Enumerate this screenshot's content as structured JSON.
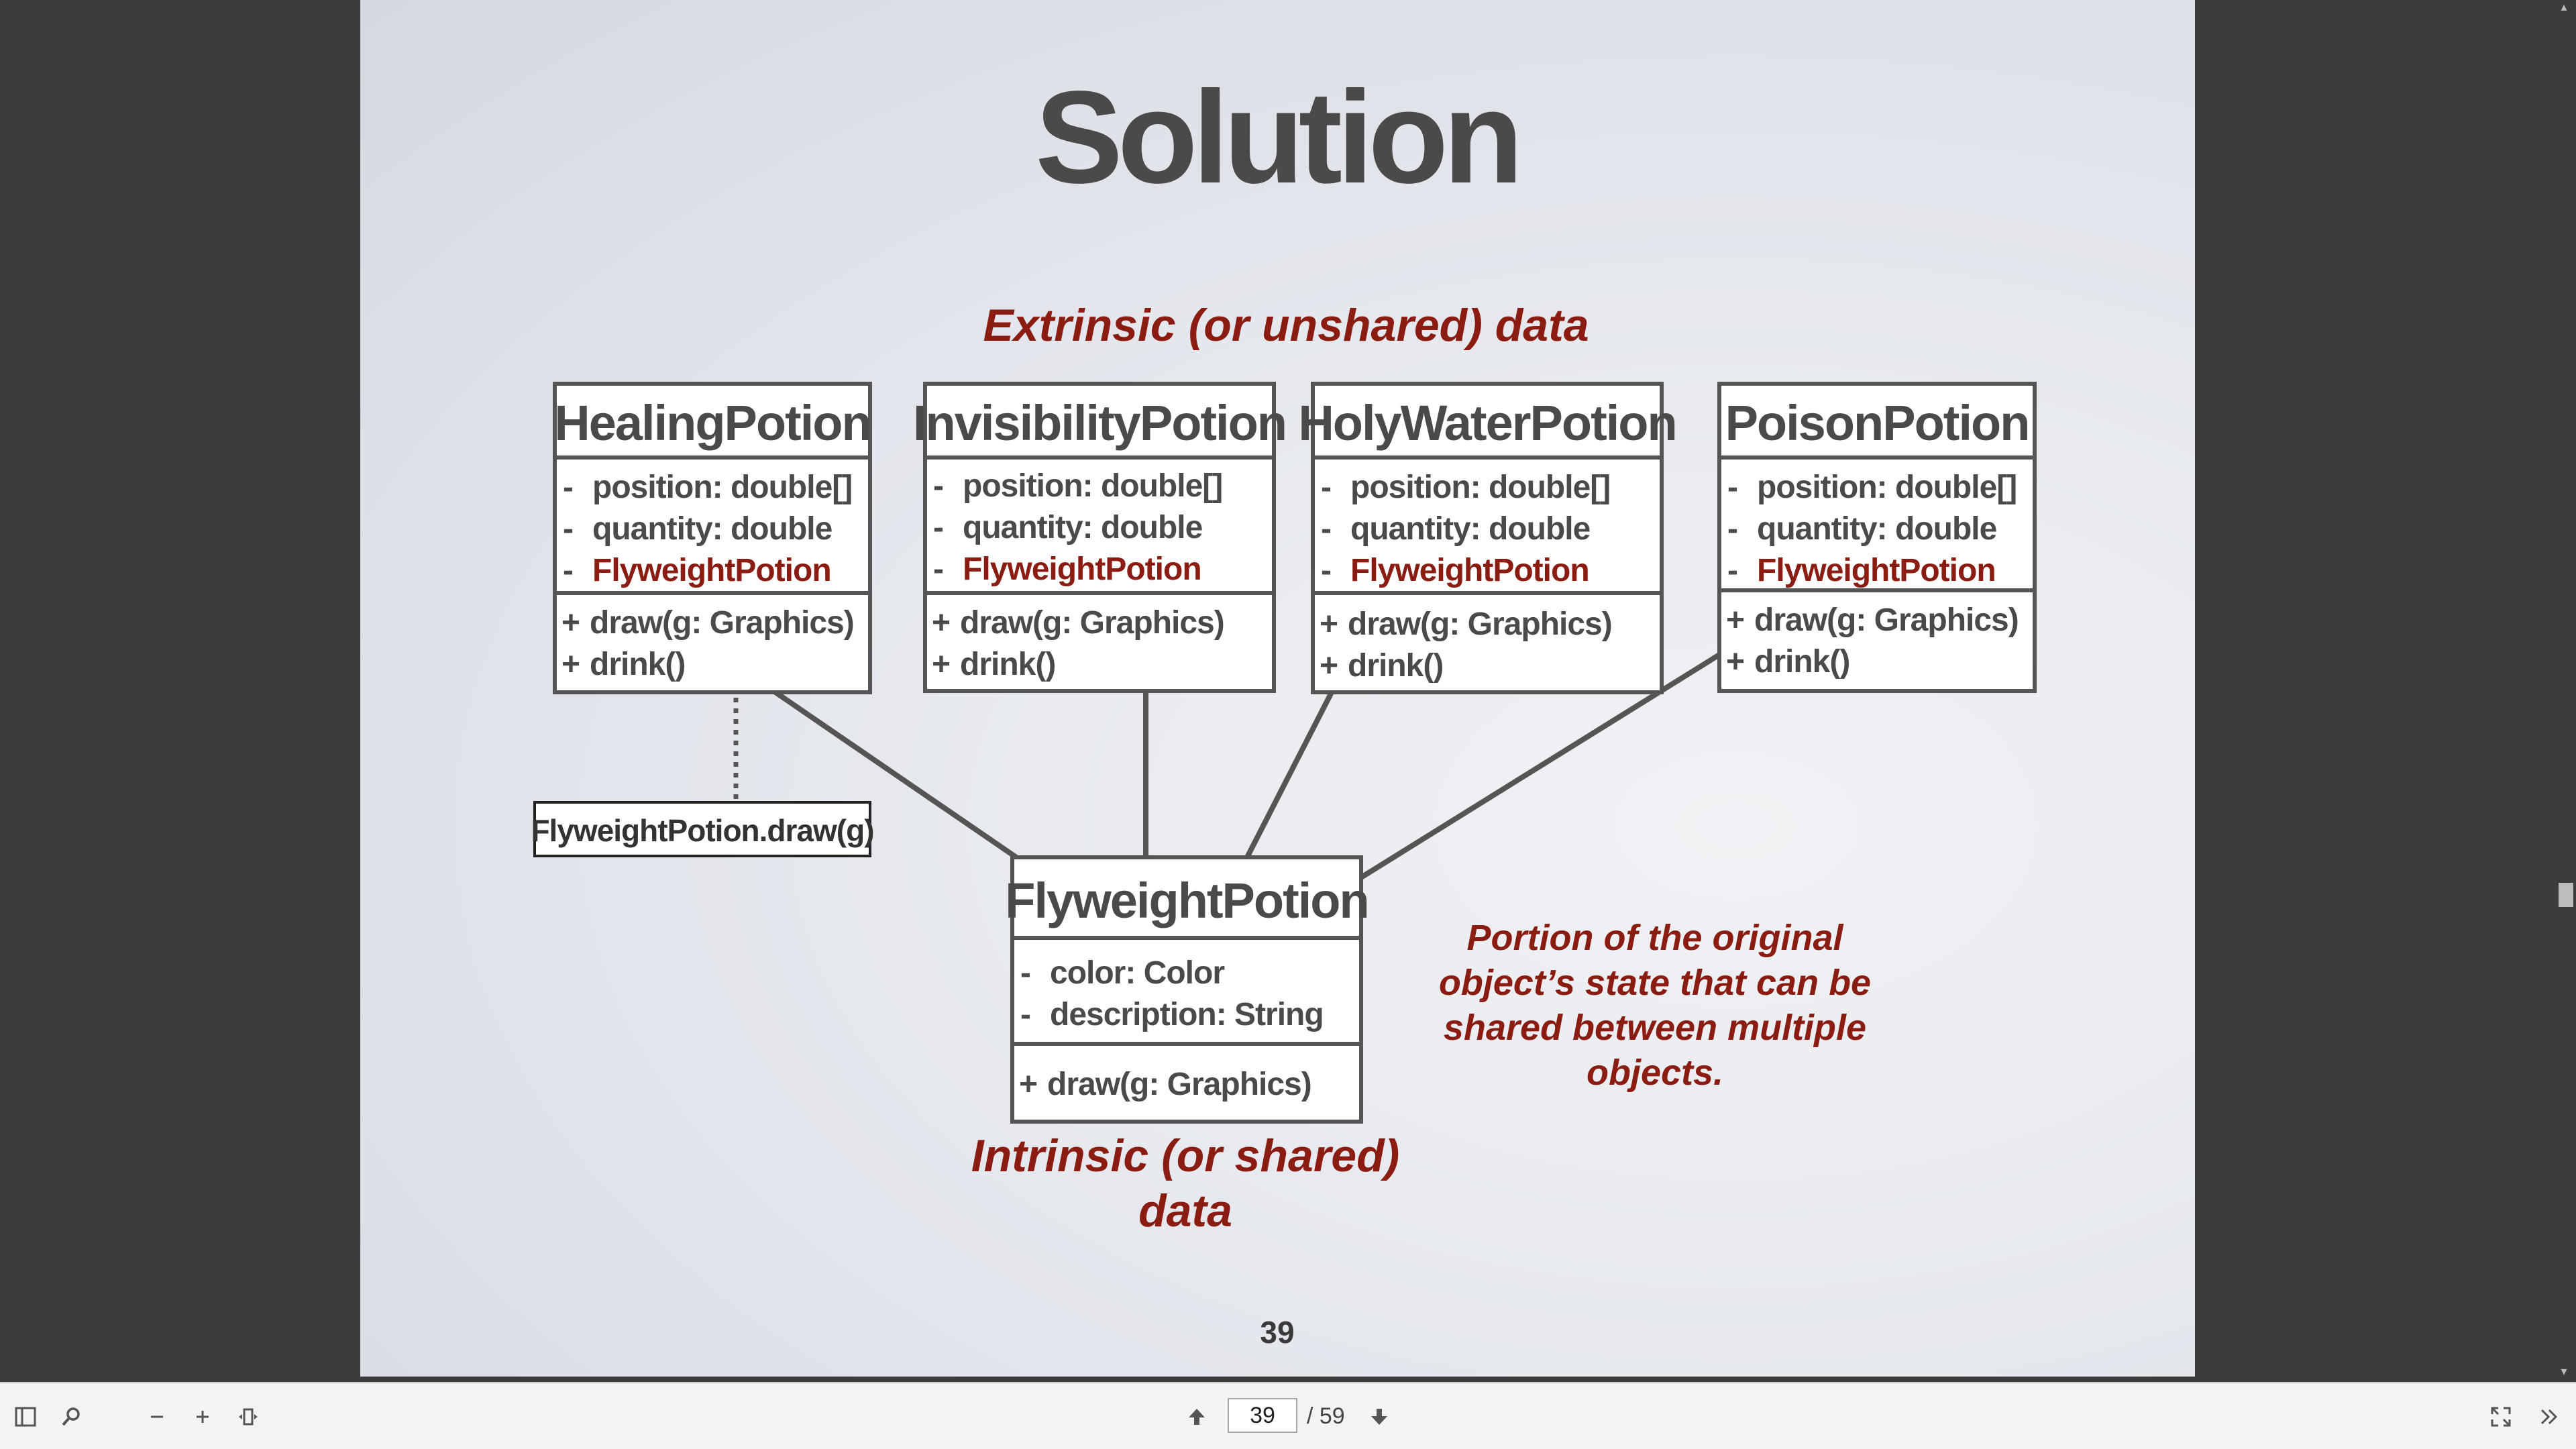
{
  "slide": {
    "title": "Solution",
    "extrinsic_label": "Extrinsic (or unshared) data",
    "intrinsic_label_line1": "Intrinsic (or shared)",
    "intrinsic_label_line2": "data",
    "note_lines": [
      "Portion of the original",
      "object’s state that can be",
      "shared between multiple",
      "objects."
    ],
    "page_number": "39",
    "classes": [
      {
        "name": "HealingPotion",
        "attributes": [
          {
            "marker": "-",
            "text": "position: double[]"
          },
          {
            "marker": "-",
            "text": "quantity: double"
          },
          {
            "marker": "-",
            "text": "FlyweightPotion",
            "highlight": true
          }
        ],
        "methods": [
          {
            "marker": "+",
            "text": "draw(g: Graphics)"
          },
          {
            "marker": "+",
            "text": "drink()"
          }
        ]
      },
      {
        "name": "InvisibilityPotion",
        "attributes": [
          {
            "marker": "-",
            "text": "position: double[]"
          },
          {
            "marker": "-",
            "text": "quantity: double"
          },
          {
            "marker": "-",
            "text": "FlyweightPotion",
            "highlight": true
          }
        ],
        "methods": [
          {
            "marker": "+",
            "text": "draw(g: Graphics)"
          },
          {
            "marker": "+",
            "text": "drink()"
          }
        ]
      },
      {
        "name": "HolyWaterPotion",
        "attributes": [
          {
            "marker": "-",
            "text": "position: double[]"
          },
          {
            "marker": "-",
            "text": "quantity: double"
          },
          {
            "marker": "-",
            "text": "FlyweightPotion",
            "highlight": true
          }
        ],
        "methods": [
          {
            "marker": "+",
            "text": "draw(g: Graphics)"
          },
          {
            "marker": "+",
            "text": "drink()"
          }
        ]
      },
      {
        "name": "PoisonPotion",
        "attributes": [
          {
            "marker": "-",
            "text": "position: double[]"
          },
          {
            "marker": "-",
            "text": "quantity: double"
          },
          {
            "marker": "-",
            "text": "FlyweightPotion",
            "highlight": true
          }
        ],
        "methods": [
          {
            "marker": "+",
            "text": "draw(g: Graphics)"
          },
          {
            "marker": "+",
            "text": "drink()"
          }
        ]
      },
      {
        "name": "FlyweightPotion",
        "attributes": [
          {
            "marker": "-",
            "text": "color: Color"
          },
          {
            "marker": "-",
            "text": "description: String"
          }
        ],
        "methods": [
          {
            "marker": "+",
            "text": "draw(g: Graphics)"
          }
        ]
      }
    ],
    "call_note": "FlyweightPotion.draw(g)"
  },
  "toolbar": {
    "current_page": "39",
    "total_pages": "/ 59",
    "icons": {
      "sidebar": "sidebar-toggle-icon",
      "search": "search-icon",
      "zoom_out": "zoom-out-icon",
      "zoom_in": "zoom-in-icon",
      "fit": "fit-page-icon",
      "prev": "previous-page-icon",
      "next": "next-page-icon",
      "fullscreen": "fullscreen-icon",
      "more": "more-tools-icon"
    }
  },
  "colors": {
    "accent_red": "#8a1c12",
    "text_gray": "#4a4a4a",
    "viewer_bg": "#3c3c3c"
  }
}
